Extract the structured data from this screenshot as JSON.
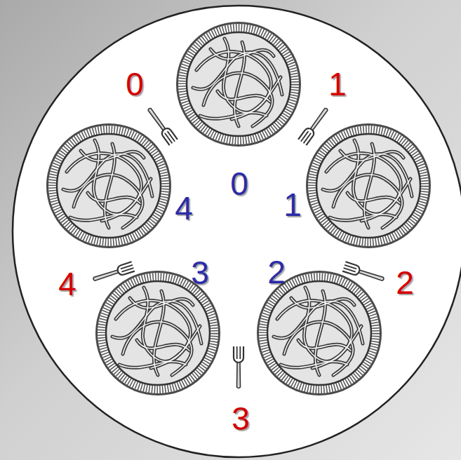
{
  "diagram": {
    "labels": [
      "0",
      "1",
      "0",
      "4",
      "1",
      "3",
      "2",
      "4",
      "2",
      "3"
    ]
  }
}
